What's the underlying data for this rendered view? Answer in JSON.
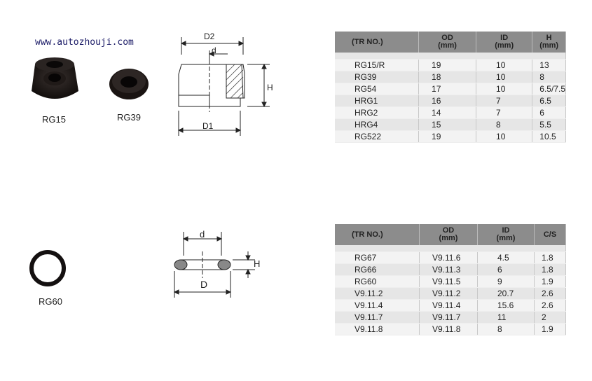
{
  "watermark": "www.autozhouji.com",
  "products_top": [
    {
      "label": "RG15"
    },
    {
      "label": "RG39"
    }
  ],
  "products_bottom": [
    {
      "label": "RG60"
    }
  ],
  "diagram_top": {
    "d2": "D2",
    "d": "d",
    "h": "H",
    "d1": "D1"
  },
  "diagram_bottom": {
    "d": "d",
    "h": "H",
    "D": "D"
  },
  "table1": {
    "headers": [
      "(TR NO.)",
      "OD\n(mm)",
      "ID\n(mm)",
      "H\n(mm)"
    ],
    "rows": [
      [
        "RG15/R",
        "19",
        "10",
        "13"
      ],
      [
        "RG39",
        "18",
        "10",
        "8"
      ],
      [
        "RG54",
        "17",
        "10",
        "6.5/7.5"
      ],
      [
        "HRG1",
        "16",
        "7",
        "6.5"
      ],
      [
        "HRG2",
        "14",
        "7",
        "6"
      ],
      [
        "HRG4",
        "15",
        "8",
        "5.5"
      ],
      [
        "RG522",
        "19",
        "10",
        "10.5"
      ]
    ]
  },
  "table2": {
    "headers": [
      "(TR NO.)",
      "OD\n(mm)",
      "ID\n(mm)",
      "C/S"
    ],
    "rows": [
      [
        "RG67",
        "V9.11.6",
        "4.5",
        "1.8"
      ],
      [
        "RG66",
        "V9.11.3",
        "6",
        "1.8"
      ],
      [
        "RG60",
        "V9.11.5",
        "9",
        "1.9"
      ],
      [
        "V9.11.2",
        "V9.11.2",
        "20.7",
        "2.6"
      ],
      [
        "V9.11.4",
        "V9.11.4",
        "15.6",
        "2.6"
      ],
      [
        "V9.11.7",
        "V9.11.7",
        "11",
        "2"
      ],
      [
        "V9.11.8",
        "V9.11.8",
        "8",
        "1.9"
      ]
    ]
  }
}
